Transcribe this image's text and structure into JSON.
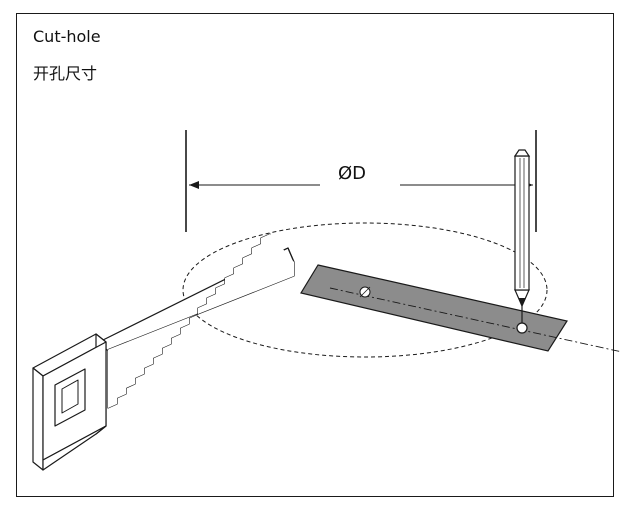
{
  "title_en": "Cut-hole",
  "title_cn": "开孔尺寸",
  "dimension_label": "ØD",
  "colors": {
    "line": "#1a1a1a",
    "plate_fill": "#8c8c8c",
    "background": "#ffffff"
  },
  "icons": [
    "saw-icon",
    "pencil-icon"
  ]
}
